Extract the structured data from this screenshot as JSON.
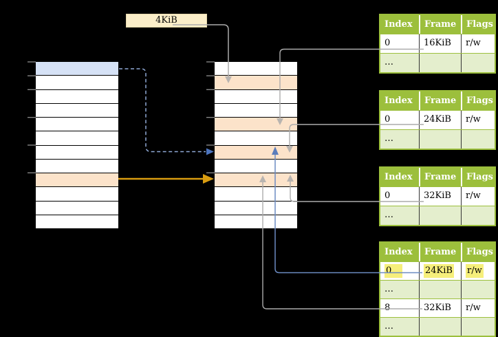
{
  "colors": {
    "green": "#9CBF3C",
    "green_light": "#E4EECD",
    "blue_row": "#D6E2F6",
    "orange_row": "#FCE3CA",
    "cream": "#FBEEC9",
    "yellow": "#F6EF7B"
  },
  "frame_size_label": "4KiB",
  "memory_columns": {
    "left_virtual": {
      "row_fills": [
        "blue",
        "white",
        "white",
        "white",
        "white",
        "white",
        "white",
        "white",
        "orange",
        "white",
        "white",
        "white"
      ]
    },
    "middle_physical": {
      "row_fills": [
        "white",
        "orange",
        "white",
        "white",
        "orange",
        "white",
        "orange",
        "white",
        "orange",
        "white",
        "white",
        "white"
      ]
    }
  },
  "page_tables": [
    {
      "headers": [
        "Index",
        "Frame",
        "Flags"
      ],
      "rows": [
        {
          "cells": [
            "0",
            "16KiB",
            "r/w"
          ]
        },
        {
          "cells": [
            "…",
            "",
            ""
          ]
        }
      ]
    },
    {
      "headers": [
        "Index",
        "Frame",
        "Flags"
      ],
      "rows": [
        {
          "cells": [
            "0",
            "24KiB",
            "r/w"
          ]
        },
        {
          "cells": [
            "…",
            "",
            ""
          ]
        }
      ]
    },
    {
      "headers": [
        "Index",
        "Frame",
        "Flags"
      ],
      "rows": [
        {
          "cells": [
            "0",
            "32KiB",
            "r/w"
          ]
        },
        {
          "cells": [
            "…",
            "",
            ""
          ]
        }
      ]
    },
    {
      "headers": [
        "Index",
        "Frame",
        "Flags"
      ],
      "rows": [
        {
          "cells": [
            "0",
            "24KiB",
            "r/w"
          ],
          "highlighted": true
        },
        {
          "cells": [
            "…",
            "",
            ""
          ]
        },
        {
          "cells": [
            "8",
            "32KiB",
            "r/w"
          ]
        },
        {
          "cells": [
            "…",
            "",
            ""
          ]
        }
      ]
    }
  ]
}
